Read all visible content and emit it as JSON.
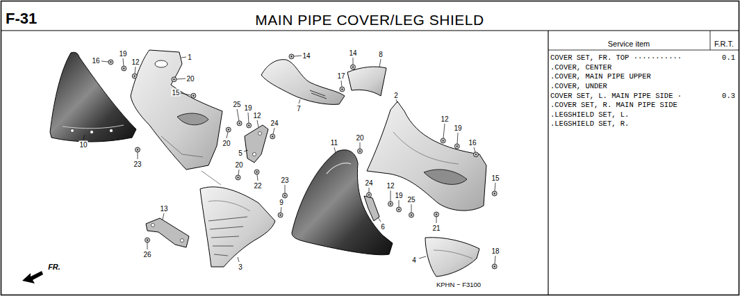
{
  "diagram": {
    "title": "MAIN PIPE COVER/LEG SHIELD",
    "labels": [
      "F-31",
      "16",
      "19",
      "12",
      "1",
      "20",
      "15",
      "10",
      "23",
      "14",
      "7",
      "17",
      "14",
      "8",
      "25",
      "19",
      "12",
      "24",
      "20",
      "5",
      "20",
      "22",
      "11",
      "20",
      "2",
      "12",
      "19",
      "16",
      "15",
      "13",
      "26",
      "3",
      "23",
      "9",
      "24",
      "12",
      "19",
      "25",
      "6",
      "21",
      "4",
      "18",
      "KPHN − F3100",
      "FR.",
      "Service item",
      "F.R.T.",
      "COVER SET, FR. TOP ···········",
      "0.1",
      ".COVER, CENTER",
      ".COVER, MAIN PIPE UPPER",
      ".COVER, UNDER",
      "COVER SET, L. MAIN PIPE SIDE ·",
      "0.3",
      ".COVER SET, R. MAIN PIPE SIDE",
      ".LEGSHIELD SET, L.",
      ".LEGSHIELD SET, R."
    ]
  }
}
